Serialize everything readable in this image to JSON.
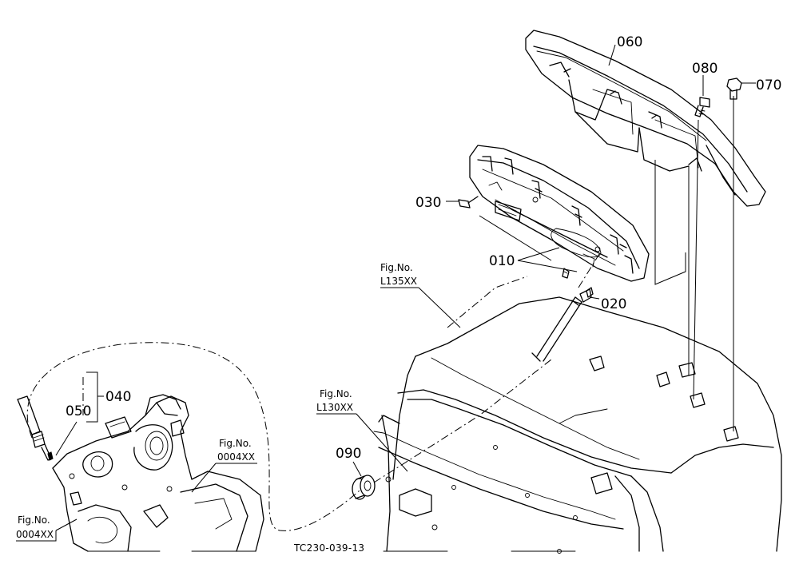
{
  "parts": {
    "p010": "010",
    "p020": "020",
    "p030": "030",
    "p040": "040",
    "p050": "050",
    "p060": "060",
    "p070": "070",
    "p080": "080",
    "p090": "090"
  },
  "references": {
    "ref_l135": {
      "line1": "Fig.No.",
      "line2": "L135XX"
    },
    "ref_l130": {
      "line1": "Fig.No.",
      "line2": "L130XX"
    },
    "ref_0004_mid": {
      "line1": "Fig.No.",
      "line2": "0004XX"
    },
    "ref_0004_left": {
      "line1": "Fig.No.",
      "line2": "0004XX"
    }
  },
  "drawing_code": "TC230-039-13"
}
